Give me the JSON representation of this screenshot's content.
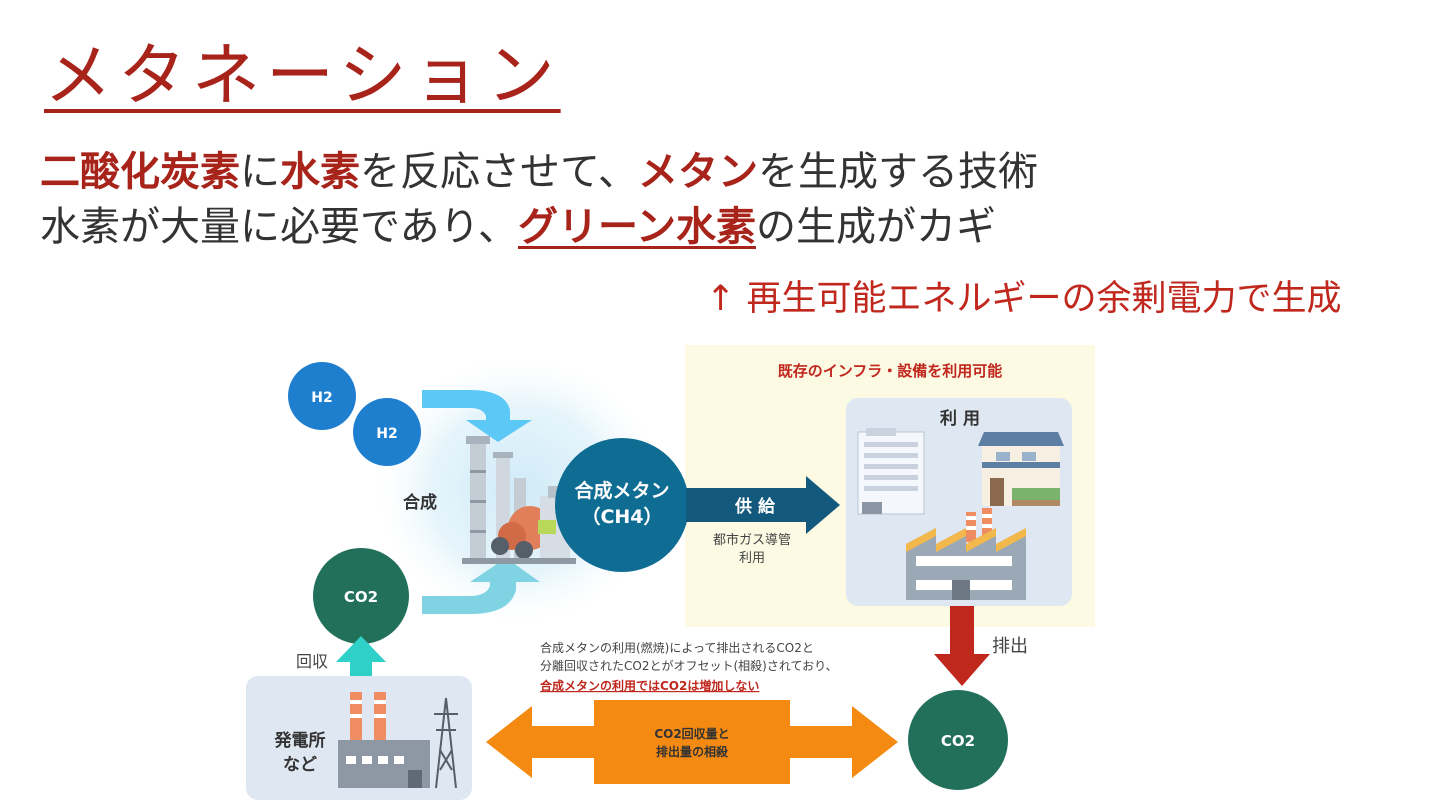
{
  "title": "メタネーション",
  "subtitle1": {
    "p1": "二酸化炭素",
    "p2": "に",
    "p3": "水素",
    "p4": "を反応させて、",
    "p5": "メタン",
    "p6": "を生成する技術"
  },
  "subtitle2": {
    "p1": "水素が大量に必要であり、",
    "p2": "グリーン水素",
    "p3": "の生成がカギ"
  },
  "note": "↑ 再生可能エネルギーの余剰電力で生成",
  "diagram": {
    "infra_banner": "既存のインフラ・設備を利用可能",
    "h2_label_1": "H2",
    "h2_label_2": "H2",
    "synthesis_label": "合成",
    "methane_label_1": "合成メタン",
    "methane_label_2": "（CH4）",
    "supply_label": "供 給",
    "gas_pipe_1": "都市ガス導管",
    "gas_pipe_2": "利用",
    "use_label": "利 用",
    "co2_left": "CO2",
    "collect_label": "回収",
    "emit_label": "排出",
    "explain_1": "合成メタンの利用(燃焼)によって排出されるCO2と",
    "explain_2": "分離回収されたCO2とがオフセット(相殺)されており、",
    "explain_3": "合成メタンの利用ではCO2は増加しない",
    "offset_1": "CO2回収量と",
    "offset_2": "排出量の相殺",
    "plant_1": "発電所",
    "plant_2": "など",
    "co2_right": "CO2"
  },
  "colors": {
    "accent_red": "#a8231a",
    "h2_blue": "#1f7fcf",
    "methane_teal": "#0f6c93",
    "co2_green": "#22705a",
    "orange": "#f58a12",
    "infra_bg": "#fdfae4"
  }
}
